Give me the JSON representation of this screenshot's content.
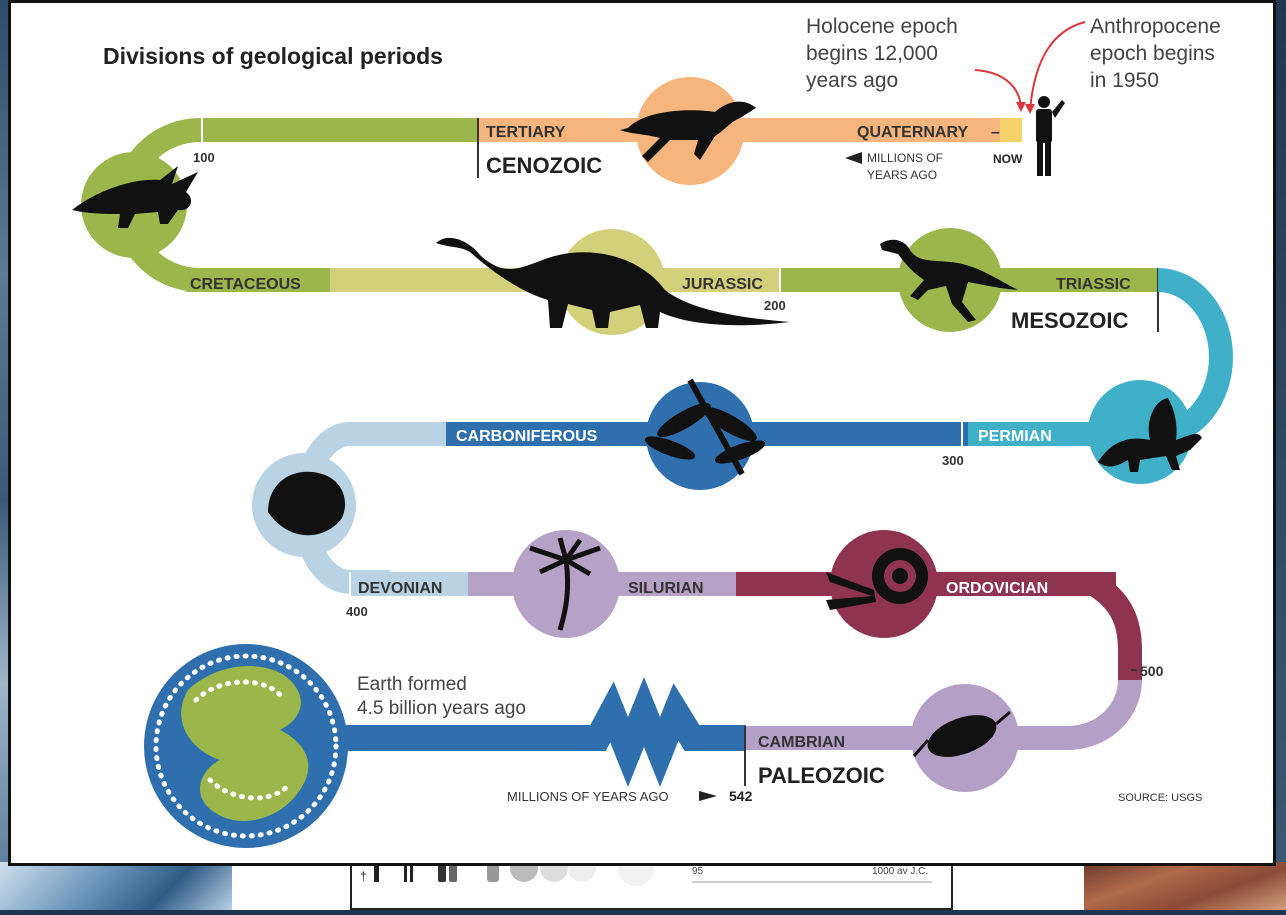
{
  "title": "Divisions of geological periods",
  "annotations": {
    "holocene": [
      "Holocene epoch",
      "begins 12,000",
      "years ago"
    ],
    "anthropocene": [
      "Anthropocene",
      "epoch begins",
      "in 1950"
    ],
    "earth": [
      "Earth formed",
      "4.5 billion years ago"
    ],
    "source": "SOURCE: USGS",
    "millions_top": [
      "MILLIONS OF",
      "YEARS AGO"
    ],
    "millions_bottom": "MILLIONS OF YEARS AGO",
    "now": "NOW"
  },
  "eras": {
    "cenozoic": "CENOZOIC",
    "mesozoic": "MESOZOIC",
    "paleozoic": "PALEOZOIC"
  },
  "periods": {
    "tertiary": "TERTIARY",
    "quaternary": "QUATERNARY",
    "cretaceous": "CRETACEOUS",
    "jurassic": "JURASSIC",
    "triassic": "TRIASSIC",
    "permian": "PERMIAN",
    "carboniferous": "CARBONIFEROUS",
    "devonian": "DEVONIAN",
    "silurian": "SILURIAN",
    "ordovician": "ORDOVICIAN",
    "cambrian": "CAMBRIAN"
  },
  "ticks": {
    "t100": "100",
    "t200": "200",
    "t300": "300",
    "t400": "400",
    "t500": "500",
    "t542": "542"
  },
  "strip": {
    "left": "95",
    "right": "1000 av J.C."
  },
  "colors": {
    "cenozoic": "#f6b57d",
    "quaternary": "#f5d26b",
    "cretaceous": "#9bb64a",
    "cretaceous_light": "#d2d07a",
    "permian": "#3fb0c8",
    "carboniferous": "#2f6fae",
    "devonian_light": "#b9d2e4",
    "silurian": "#b6a2c6",
    "ordovician": "#8e3350",
    "cambrian": "#b4a0c6",
    "precambrian": "#2f6fae"
  }
}
